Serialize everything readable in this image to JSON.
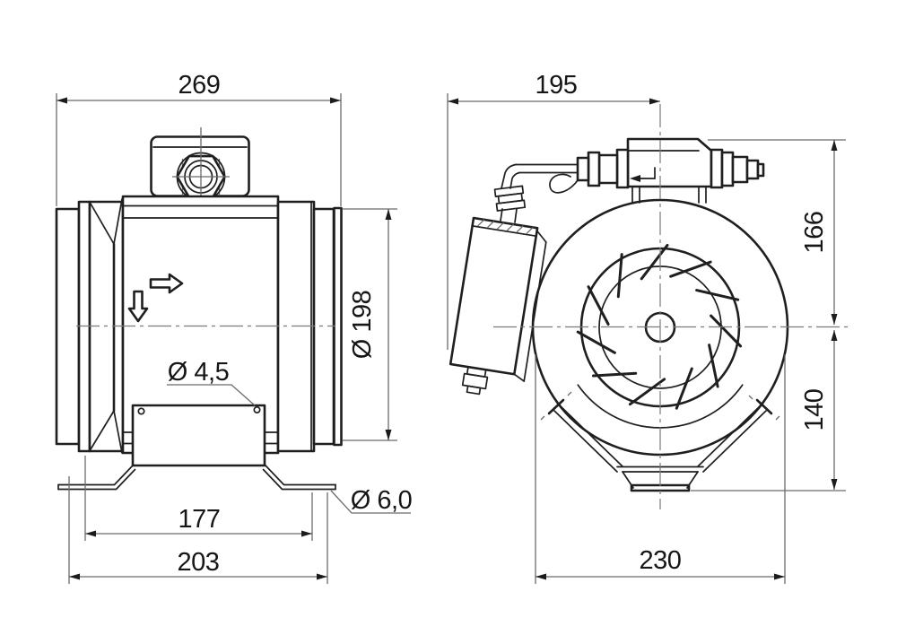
{
  "drawing": {
    "kind": "technical-dimension-drawing",
    "subject": "inline-duct-fan-two-views",
    "colors": {
      "line": "#1f1f1f",
      "thin_line": "#6b6b6b",
      "background": "#ffffff"
    }
  },
  "side_view": {
    "dims": {
      "overall_length": "269",
      "duct_diameter": "Ø 198",
      "bracket_hole_diameter": "Ø 4,5",
      "foot_hole_spacing": "177",
      "foot_overall_width": "203",
      "foot_hole_diameter": "Ø 6,0"
    }
  },
  "front_view": {
    "dims": {
      "width_to_center": "195",
      "height_above_center": "166",
      "height_below_center": "140",
      "base_width": "230"
    }
  }
}
